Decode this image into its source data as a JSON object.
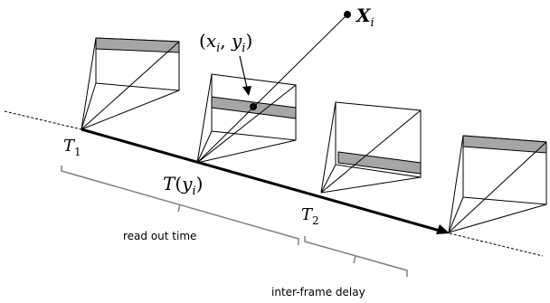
{
  "point_label": {
    "name": "X",
    "sub": "i"
  },
  "pixel_label": {
    "open": "(",
    "x": "x",
    "x_sub": "i",
    "comma": ", ",
    "y": "y",
    "y_sub": "i",
    "close": ")"
  },
  "time_labels": {
    "t1": {
      "name": "T",
      "sub": "1"
    },
    "t_yi": {
      "name": "T",
      "open": "(",
      "y": "y",
      "y_sub": "i",
      "close": ")"
    },
    "t2": {
      "name": "T",
      "sub": "2"
    }
  },
  "brace_labels": {
    "read_out": "read out time",
    "inter_frame": "inter-frame delay"
  },
  "colors": {
    "line": "#000000",
    "scanline_fill": "#a6a6a6",
    "brace": "#808080"
  }
}
